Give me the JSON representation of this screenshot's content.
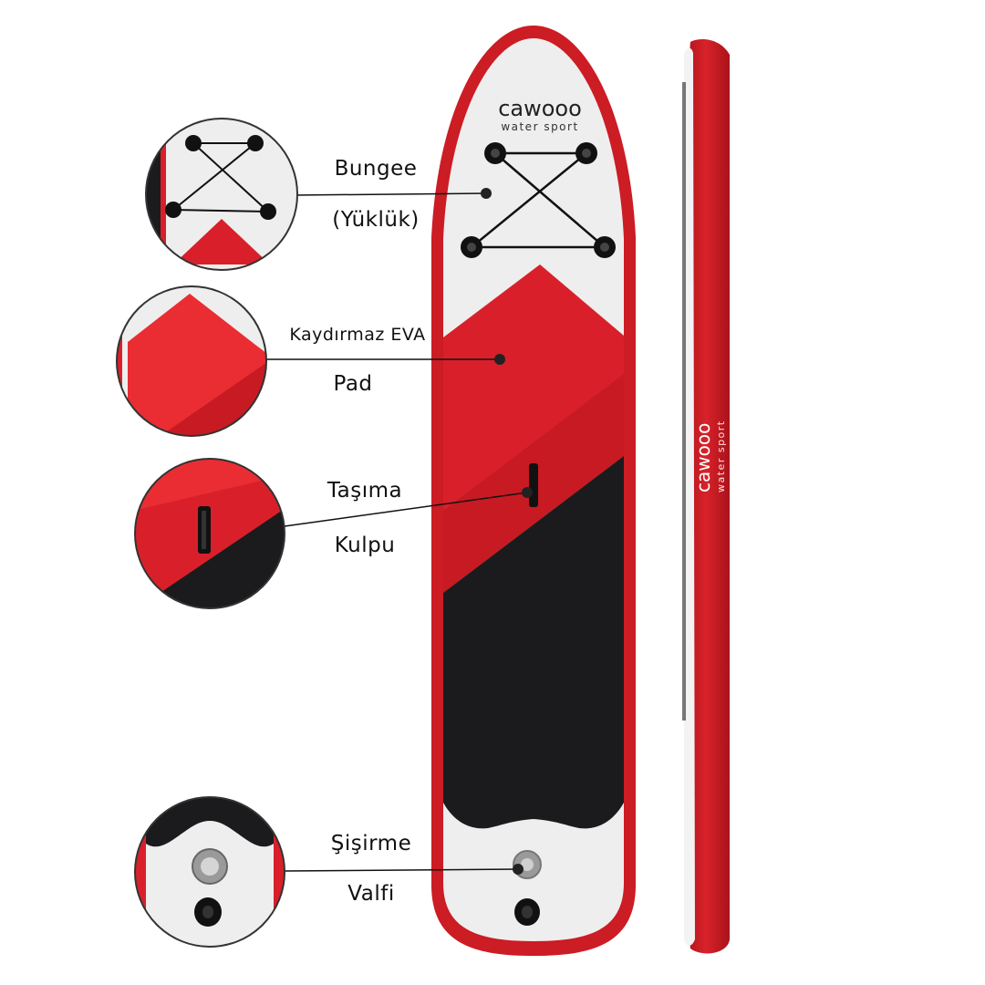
{
  "brand": {
    "logo_text": "cawooo",
    "tagline": "water sport"
  },
  "colors": {
    "red": "#d9202a",
    "red_light": "#ea2d33",
    "red_dark": "#b9141b",
    "black_pad": "#1b1b1d",
    "board_white": "#eeeeee"
  },
  "callouts": [
    {
      "id": "bungee",
      "icon": "bungee-cord-icon",
      "line1": "Bungee",
      "line2": "(Yüklük)"
    },
    {
      "id": "eva-pad",
      "icon": "eva-pad-icon",
      "line1": "Kaydırmaz  EVA",
      "line2": "Pad"
    },
    {
      "id": "handle",
      "icon": "carry-handle-icon",
      "line1": "Taşıma",
      "line2": "Kulpu"
    },
    {
      "id": "valve",
      "icon": "inflation-valve-icon",
      "line1": "Şişirme",
      "line2": "Valfi"
    }
  ]
}
